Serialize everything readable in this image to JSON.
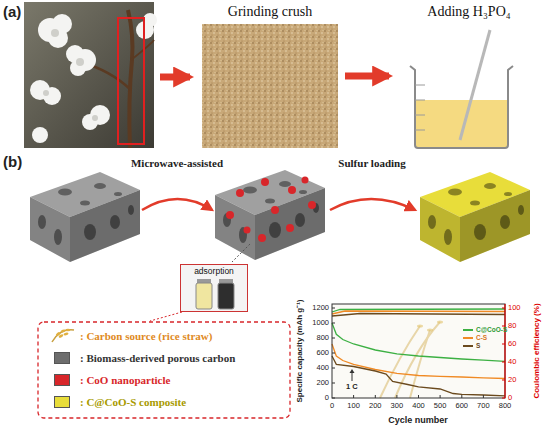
{
  "diagram": {
    "nodes": [
      {
        "text": [
          "Grinding crush"
        ]
      },
      {
        "text": [
          "Adding H₃PO₄"
        ]
      },
      {
        "text": [
          "adsorption"
        ]
      }
    ],
    "edges": [
      {
        "from": 0,
        "to": 1,
        "arrow": "to"
      }
    ],
    "labels": [
      "(a)",
      "(b)",
      "Microwave-assisted",
      "Sulfur loading",
      "Specific capacity (mAh g⁻¹)",
      "Cycle number",
      "Coulombic efficiency (%)",
      "0",
      "200",
      "400",
      "600",
      "800",
      "1000",
      "1200",
      "0",
      "20",
      "40",
      "60",
      "80",
      "100",
      "0",
      "100",
      "200",
      "300",
      "400",
      "500",
      "600",
      "700",
      "800",
      "1 C"
    ],
    "legend": [
      {
        "text": ": Carbon source (rice straw)"
      },
      {
        "text": ": Biomass-derived porous carbon",
        "color": "#6d6d6d"
      },
      {
        "text": ": CoO nanoparticle",
        "color": "#d8262a"
      },
      {
        "text": ": C@CoO-S composite",
        "color": "#e8dd3a"
      },
      {
        "text": "C@CoO-S"
      },
      {
        "text": "C-S"
      },
      {
        "text": "S"
      }
    ]
  }
}
